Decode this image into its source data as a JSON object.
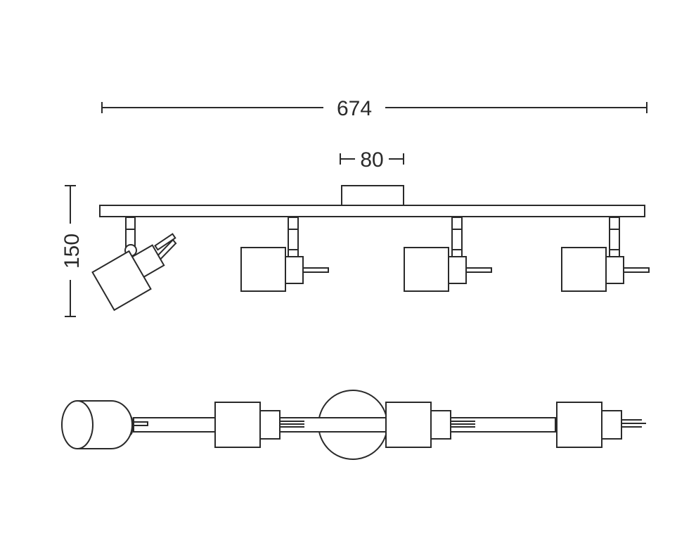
{
  "dimensions": {
    "overall_width": "674",
    "canopy_width": "80",
    "height": "150"
  },
  "colors": {
    "line": "#2a2a2a",
    "background": "#ffffff"
  }
}
